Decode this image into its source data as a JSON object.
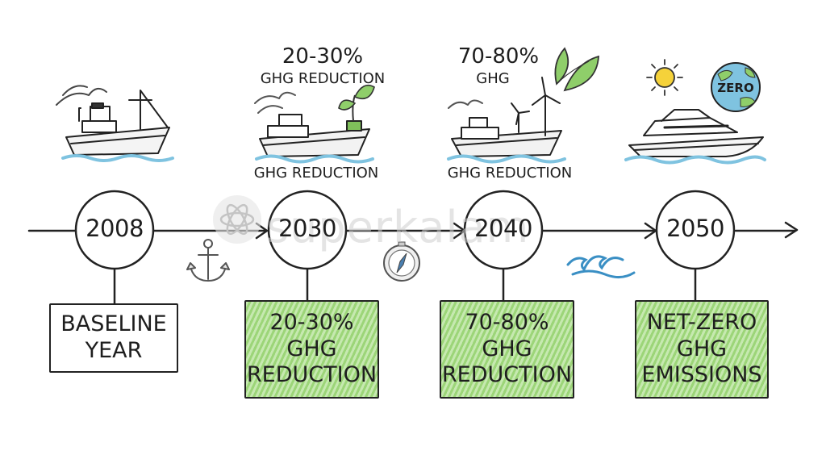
{
  "milestones": [
    {
      "year": "2008",
      "top_lines": [],
      "box_lines": [
        "BASELINE",
        "YEAR"
      ]
    },
    {
      "year": "2030",
      "top_lines": [
        "20-30%",
        "GHG REDUCTION"
      ],
      "caption": "GHG REDUCTION",
      "box_lines": [
        "20-30%",
        "GHG",
        "REDUCTION"
      ]
    },
    {
      "year": "2040",
      "top_lines": [
        "70-80%",
        "GHG"
      ],
      "caption": "GHG REDUCTION",
      "box_lines": [
        "70-80%",
        "GHG",
        "REDUCTION"
      ]
    },
    {
      "year": "2050",
      "top_lines": [],
      "box_lines": [
        "NET-ZERO",
        "GHG",
        "EMISSIONS"
      ],
      "globe_label": "ZERO"
    }
  ],
  "watermark": "superkalam",
  "icons": [
    "steamship-icon",
    "ship-with-plant-icon",
    "ship-with-wind-turbine-icon",
    "yacht-icon",
    "leaf-icon",
    "sun-icon",
    "globe-icon",
    "anchor-icon",
    "compass-icon",
    "wave-icon"
  ],
  "colors": {
    "box_green": "#a8dd86",
    "water_blue": "#7fc3e0",
    "ink": "#1e1e1e"
  }
}
